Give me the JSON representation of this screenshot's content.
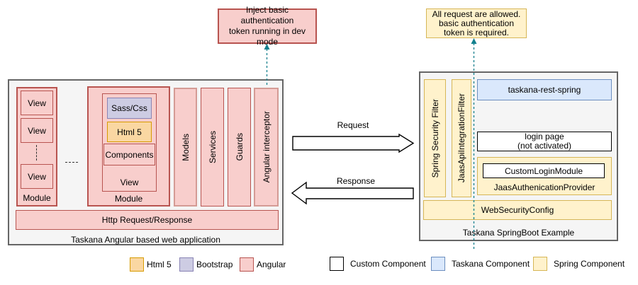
{
  "notes": {
    "dev": "Inject basic authentication\ntoken running in dev\nmode",
    "allowed": "All request are allowed.\nbasic authentication\ntoken is required."
  },
  "angular_app": {
    "title": "Taskana Angular based web application",
    "module1": {
      "label": "Module",
      "views": [
        "View",
        "View",
        "View"
      ]
    },
    "module2": {
      "label": "Module",
      "view": {
        "label": "View",
        "sass": "Sass/Css",
        "html5": "Html 5",
        "components": "Components"
      }
    },
    "bars": [
      "Models",
      "Services",
      "Guards",
      "Angular interceptor"
    ],
    "http": "Http Request/Response"
  },
  "springboot_app": {
    "title": "Taskana SpringBoot Example",
    "filters": [
      "Spring Security Filter",
      "JaasApiIntegrationFilter"
    ],
    "taskana_rest": "taskana-rest-spring",
    "login_page": "login page\n(not activated)",
    "custom_login_module": "CustomLoginModule",
    "jaas_provider": "JaasAuthenicationProvider",
    "web_security_config": "WebSecurityConfig"
  },
  "flows": {
    "request": "Request",
    "response": "Response"
  },
  "legend": [
    {
      "label": "Html 5",
      "fill": "#fad7a2",
      "stroke": "#d79b00"
    },
    {
      "label": "Bootstrap",
      "fill": "#cdcce3",
      "stroke": "#8a84b4"
    },
    {
      "label": "Angular",
      "fill": "#f8cecc",
      "stroke": "#b85450"
    },
    {
      "label": "Custom Component",
      "fill": "#ffffff",
      "stroke": "#000000"
    },
    {
      "label": "Taskana Component",
      "fill": "#dae8fc",
      "stroke": "#6c8ebf"
    },
    {
      "label": "Spring Component",
      "fill": "#fff2cc",
      "stroke": "#d6b656"
    }
  ],
  "colors": {
    "connector_teal": "#12808e",
    "container_fill": "#f5f5f5",
    "container_stroke": "#666666"
  }
}
